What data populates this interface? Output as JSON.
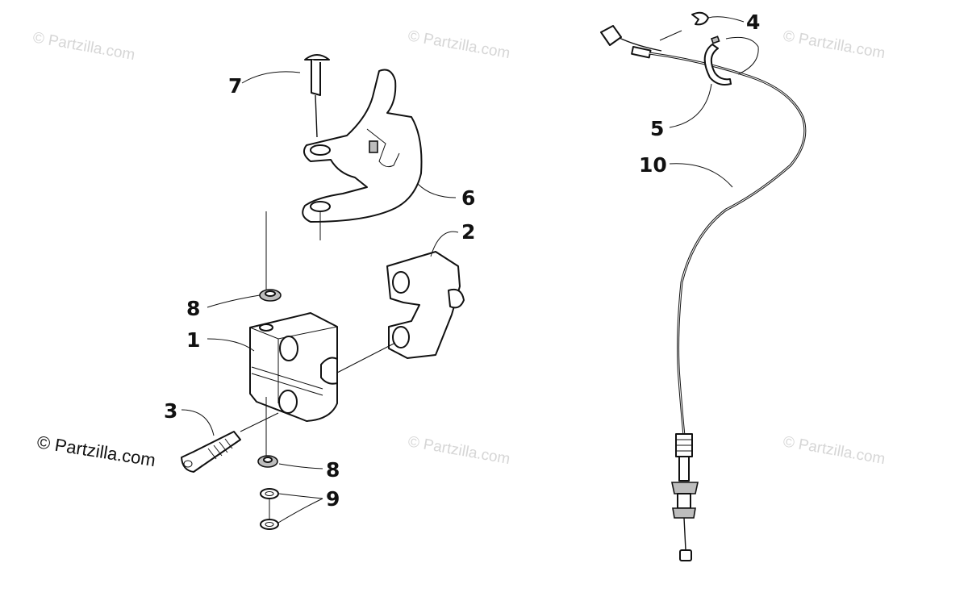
{
  "watermark_text": "© Partzilla.com",
  "copyright_text": "© Partzilla.com",
  "callouts": {
    "c1": "1",
    "c2": "2",
    "c3": "3",
    "c4": "4",
    "c5": "5",
    "c6": "6",
    "c7": "7",
    "c8a": "8",
    "c8b": "8",
    "c9": "9",
    "c10": "10"
  }
}
